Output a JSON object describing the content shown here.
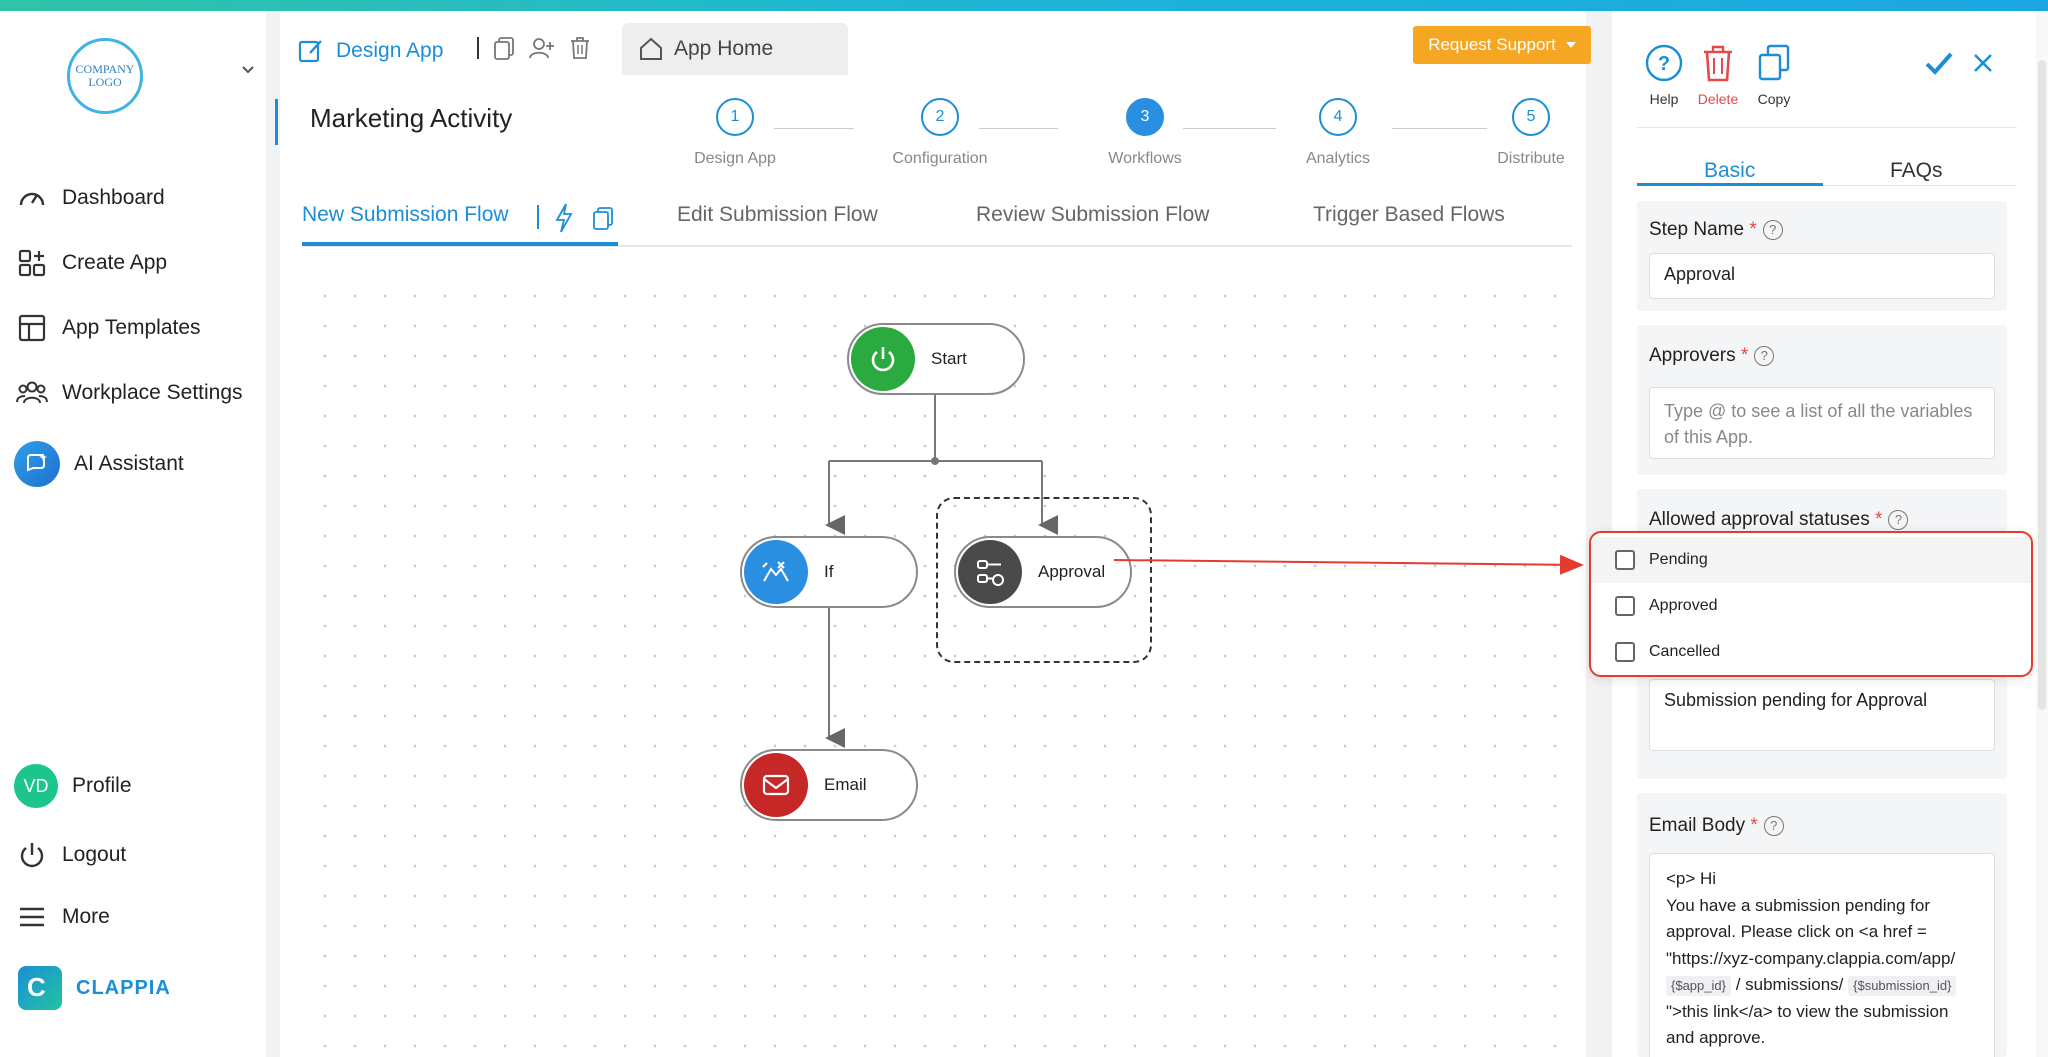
{
  "sidebar": {
    "logo_text": "COMPANY LOGO",
    "items": [
      {
        "label": "Dashboard",
        "icon": "gauge-icon"
      },
      {
        "label": "Create App",
        "icon": "create-app-icon"
      },
      {
        "label": "App Templates",
        "icon": "templates-icon"
      },
      {
        "label": "Workplace Settings",
        "icon": "people-icon"
      },
      {
        "label": "AI Assistant",
        "icon": "ai-sparkle-icon"
      }
    ],
    "bottom_items": [
      {
        "label": "Profile",
        "avatar_initials": "VD"
      },
      {
        "label": "Logout",
        "icon": "power-icon"
      },
      {
        "label": "More",
        "icon": "hamburger-icon"
      }
    ],
    "brand": "CLAPPIA"
  },
  "header": {
    "design_tab": "Design App",
    "app_home_tab": "App Home",
    "request_support": "Request Support",
    "app_title": "Marketing Activity"
  },
  "stepper": [
    {
      "num": "1",
      "label": "Design App",
      "active": false
    },
    {
      "num": "2",
      "label": "Configuration",
      "active": false
    },
    {
      "num": "3",
      "label": "Workflows",
      "active": true
    },
    {
      "num": "4",
      "label": "Analytics",
      "active": false
    },
    {
      "num": "5",
      "label": "Distribute",
      "active": false
    }
  ],
  "flow_tabs": {
    "active": "New Submission Flow",
    "others": [
      "Edit Submission Flow",
      "Review Submission Flow",
      "Trigger Based Flows"
    ]
  },
  "nodes": {
    "start": "Start",
    "if": "If",
    "approval": "Approval",
    "email": "Email"
  },
  "right_panel": {
    "actions": {
      "help": "Help",
      "delete": "Delete",
      "copy": "Copy"
    },
    "tabs": {
      "basic": "Basic",
      "faqs": "FAQs"
    },
    "step_name": {
      "label": "Step Name",
      "value": "Approval"
    },
    "approvers": {
      "label": "Approvers",
      "placeholder": "Type @ to see a list of all the variables of this App."
    },
    "allowed_statuses": {
      "label": "Allowed approval statuses",
      "options": [
        "Pending",
        "Approved",
        "Cancelled"
      ]
    },
    "subject_value": "Submission pending for Approval",
    "email_body": {
      "label": "Email Body",
      "line1": "<p> Hi",
      "line2": "You have a submission pending for approval. Please click on <a href = \"https://xyz-company.clappia.com/app/",
      "chip1": "{$app_id}",
      "line3": "/ submissions/",
      "chip2": "{$submission_id}",
      "line4": "\">this link</a> to view the submission and approve."
    }
  },
  "colors": {
    "accent": "#1b8ed6",
    "start_node": "#2bab3f",
    "if_node": "#2a8fe0",
    "approval_node": "#4a4a4a",
    "email_node": "#c62828",
    "highlight_red": "#e53b2f",
    "support_orange": "#f5a623"
  }
}
